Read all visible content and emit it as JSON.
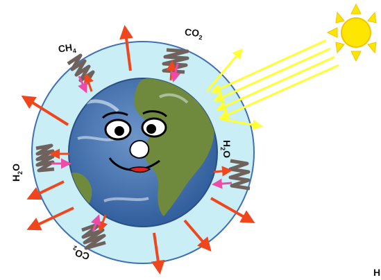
{
  "diagram": {
    "labels": {
      "ch4_top_left": {
        "base": "CH",
        "sub": "4"
      },
      "co2_top": {
        "base": "CO",
        "sub": "2"
      },
      "h2o_left": {
        "base": "H",
        "sub": "2",
        "tail": "O"
      },
      "h2o_right": {
        "base": "H",
        "sub": "2",
        "tail": "O"
      },
      "co2_bottom": {
        "base": "CO",
        "sub": "2"
      },
      "corner_fragment": "H"
    },
    "icons": [
      "sun-icon",
      "earth-globe-icon",
      "smiling-face-icon"
    ],
    "colors": {
      "atmosphere": "#c9eef5",
      "atmosphere_edge": "#3f6fb5",
      "ocean": "#3d6fae",
      "land": "#6f8a3c",
      "sun": "#ffe600",
      "sunlight": "#ffff33",
      "outgoing_heat": "#f0461e",
      "back_radiation": "#ee4aa8",
      "gas_molecule": "#6f625c"
    }
  }
}
